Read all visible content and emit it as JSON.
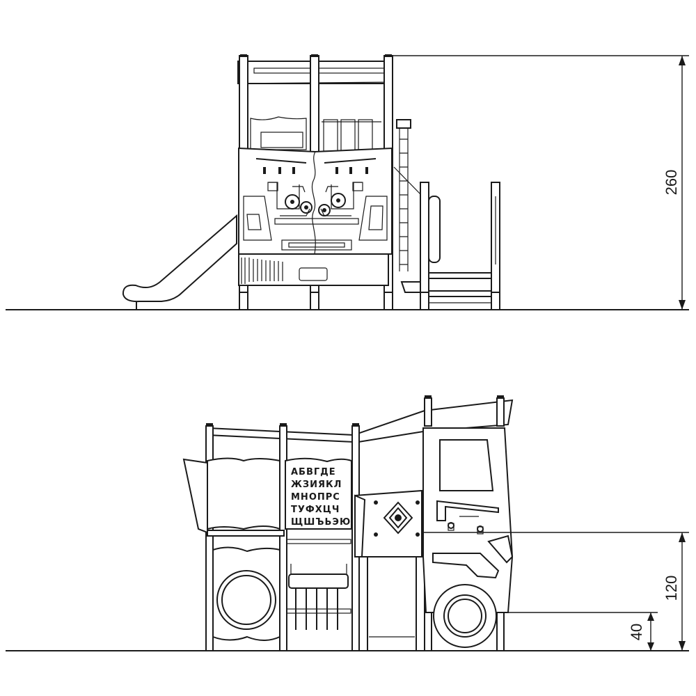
{
  "dimensions": {
    "front_total_height": "260",
    "side_platform_height": "120",
    "side_lower_height": "40"
  },
  "alphabet_panel": {
    "rows": [
      "АБВГДЕ",
      "ЖЗИЯКЛ",
      "МНОПРС",
      "ТУФХЦЧ",
      "ЩШЪЬЭЮ"
    ]
  }
}
